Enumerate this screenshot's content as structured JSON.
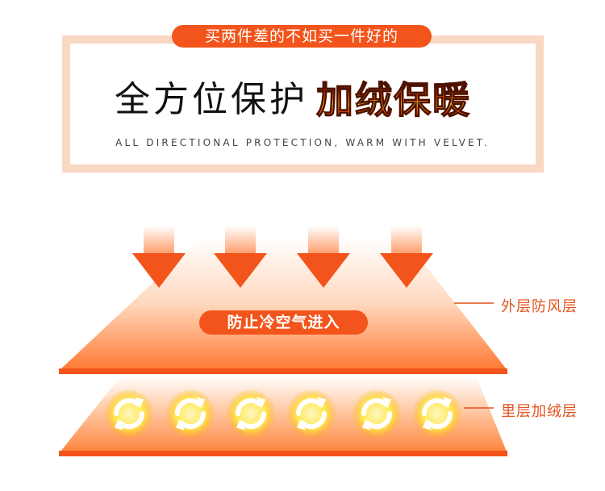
{
  "header": {
    "badge": "买两件差的不如买一件好的",
    "headline_main": "全方位保护",
    "headline_fire": "加绒保暖",
    "subtitle_en": "ALL DIRECTIONAL PROTECTION, WARM WITH VELVET."
  },
  "diagram": {
    "wind_label": "防止冷空气进入",
    "outer_layer_label": "外层防风层",
    "inner_layer_label": "里层加绒层",
    "arrow_count": 4,
    "warm_icon_count": 6
  },
  "colors": {
    "accent": "#f2541b",
    "frame": "#f9d8c4",
    "label": "#e3531c",
    "icon_yellow": "#fff25a"
  }
}
